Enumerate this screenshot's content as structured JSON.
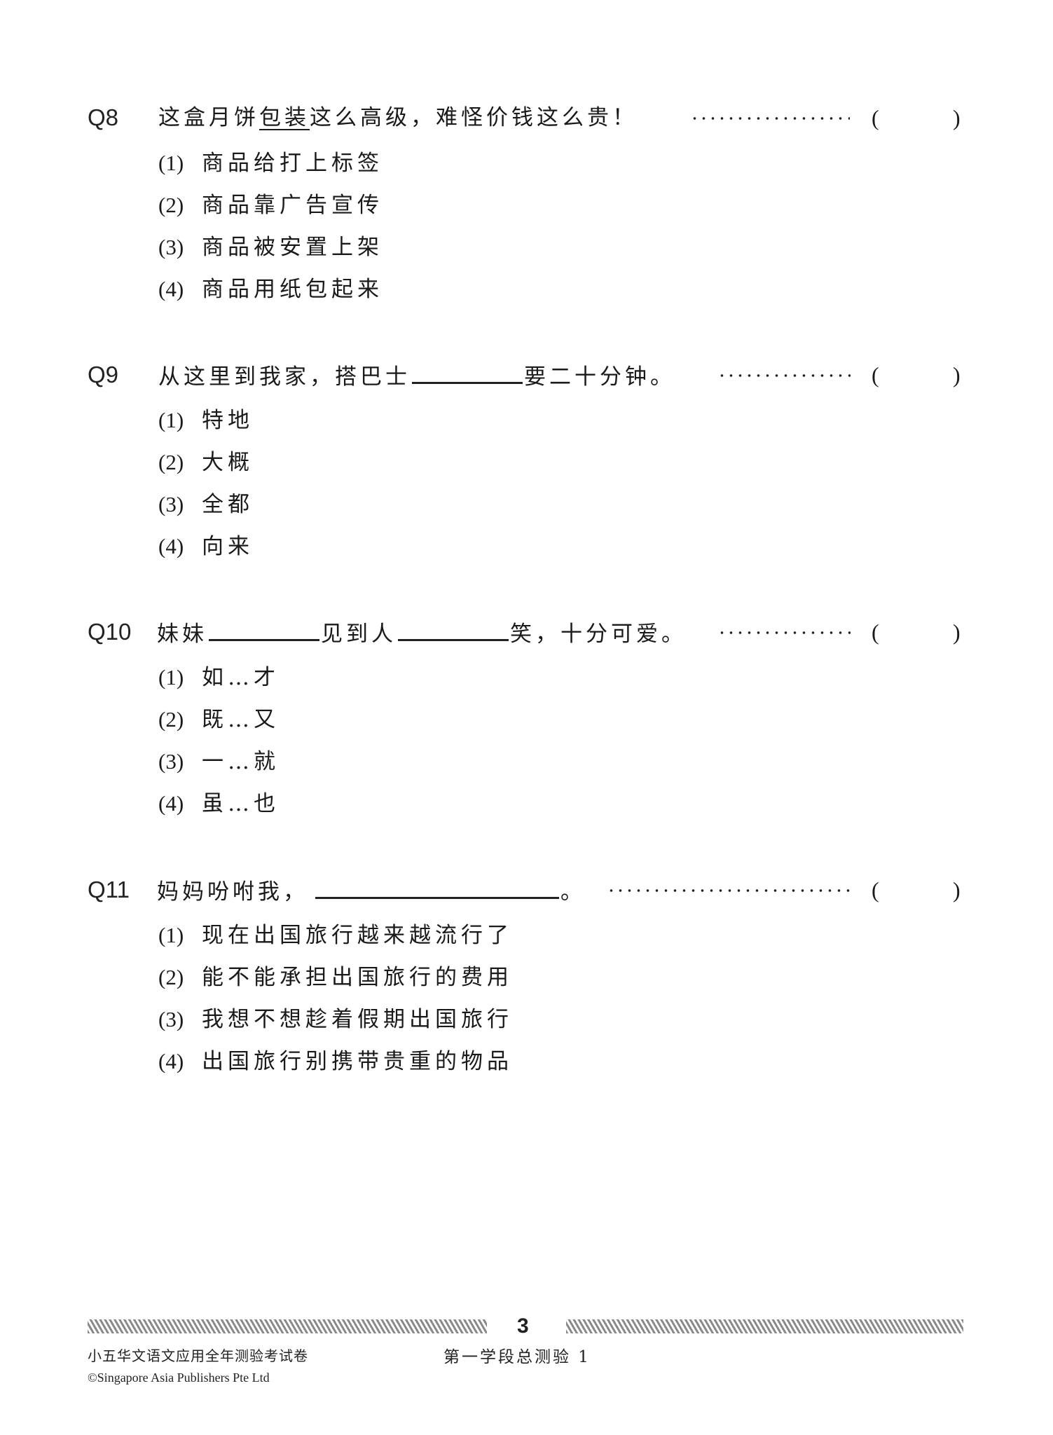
{
  "questions": [
    {
      "number": "Q8",
      "stem_before": "这盒月饼",
      "stem_underlined": "包装",
      "stem_after": "这么高级，难怪价钱这么贵！",
      "answer_bracket": {
        "open": "(",
        "close": ")"
      },
      "options": [
        {
          "num": "(1)",
          "text": "商品给打上标签"
        },
        {
          "num": "(2)",
          "text": "商品靠广告宣传"
        },
        {
          "num": "(3)",
          "text": "商品被安置上架"
        },
        {
          "num": "(4)",
          "text": "商品用纸包起来"
        }
      ]
    },
    {
      "number": "Q9",
      "stem_before": "从这里到我家，搭巴士",
      "stem_after": "要二十分钟。",
      "answer_bracket": {
        "open": "(",
        "close": ")"
      },
      "options": [
        {
          "num": "(1)",
          "text": "特地"
        },
        {
          "num": "(2)",
          "text": "大概"
        },
        {
          "num": "(3)",
          "text": "全都"
        },
        {
          "num": "(4)",
          "text": "向来"
        }
      ]
    },
    {
      "number": "Q10",
      "stem_part1": "妹妹",
      "stem_part2": "见到人",
      "stem_part3": "笑，十分可爱。",
      "answer_bracket": {
        "open": "(",
        "close": ")"
      },
      "options": [
        {
          "num": "(1)",
          "text": "如…才"
        },
        {
          "num": "(2)",
          "text": "既…又"
        },
        {
          "num": "(3)",
          "text": "一…就"
        },
        {
          "num": "(4)",
          "text": "虽…也"
        }
      ]
    },
    {
      "number": "Q11",
      "stem_before": "妈妈吩咐我，",
      "stem_after": "。",
      "answer_bracket": {
        "open": "(",
        "close": ")"
      },
      "options": [
        {
          "num": "(1)",
          "text": "现在出国旅行越来越流行了"
        },
        {
          "num": "(2)",
          "text": "能不能承担出国旅行的费用"
        },
        {
          "num": "(3)",
          "text": "我想不想趁着假期出国旅行"
        },
        {
          "num": "(4)",
          "text": "出国旅行别携带贵重的物品"
        }
      ]
    }
  ],
  "footer": {
    "page_number": "3",
    "book_title": "小五华文语文应用全年测验考试卷",
    "copyright": "©Singapore Asia Publishers Pte Ltd",
    "section": "第一学段总测验  1"
  }
}
